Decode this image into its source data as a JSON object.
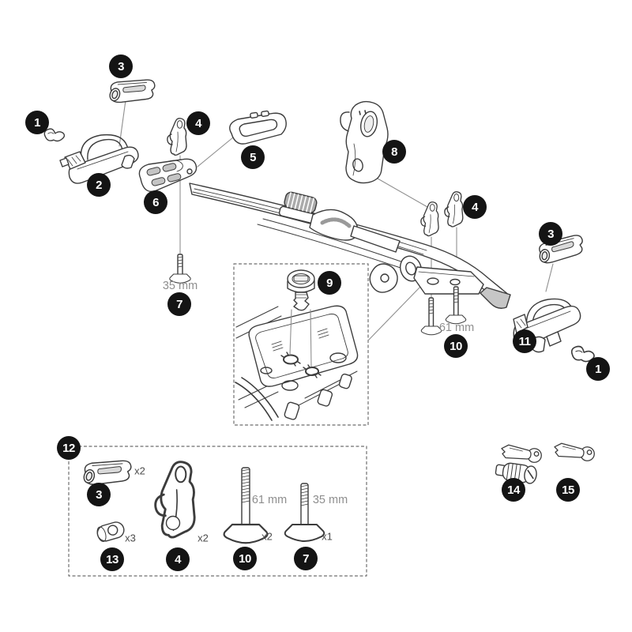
{
  "theme": {
    "bg": "#ffffff",
    "badge-bg": "#141414",
    "badge-fg": "#ffffff",
    "ink": "#3c3c3c",
    "leader": "#8f8f8f",
    "muted": "#8e8e8e",
    "qty": "#4c4c4c",
    "box-stroke": "#6e6e6e",
    "shade": "#d9d9d9"
  },
  "callouts": [
    {
      "label": "1"
    },
    {
      "label": "2"
    },
    {
      "label": "3"
    },
    {
      "label": "4"
    },
    {
      "label": "5"
    },
    {
      "label": "6"
    },
    {
      "label": "7"
    },
    {
      "label": "8"
    },
    {
      "label": "9"
    },
    {
      "label": "4"
    },
    {
      "label": "3"
    },
    {
      "label": "10"
    },
    {
      "label": "11"
    },
    {
      "label": "1"
    },
    {
      "label": "12"
    },
    {
      "label": "3"
    },
    {
      "label": "13"
    },
    {
      "label": "4"
    },
    {
      "label": "10"
    },
    {
      "label": "7"
    },
    {
      "label": "14"
    },
    {
      "label": "15"
    }
  ],
  "labels": {
    "main_bolt_35": "35 mm",
    "main_bolt_61": "61 mm",
    "kit_pad_qty": "x2",
    "kit_spacer_qty": "x3",
    "kit_bracket_qty": "x2",
    "kit_bolt61_length": "61 mm",
    "kit_bolt61_qty": "x2",
    "kit_bolt35_length": "35 mm",
    "kit_bolt35_qty": "x1"
  }
}
